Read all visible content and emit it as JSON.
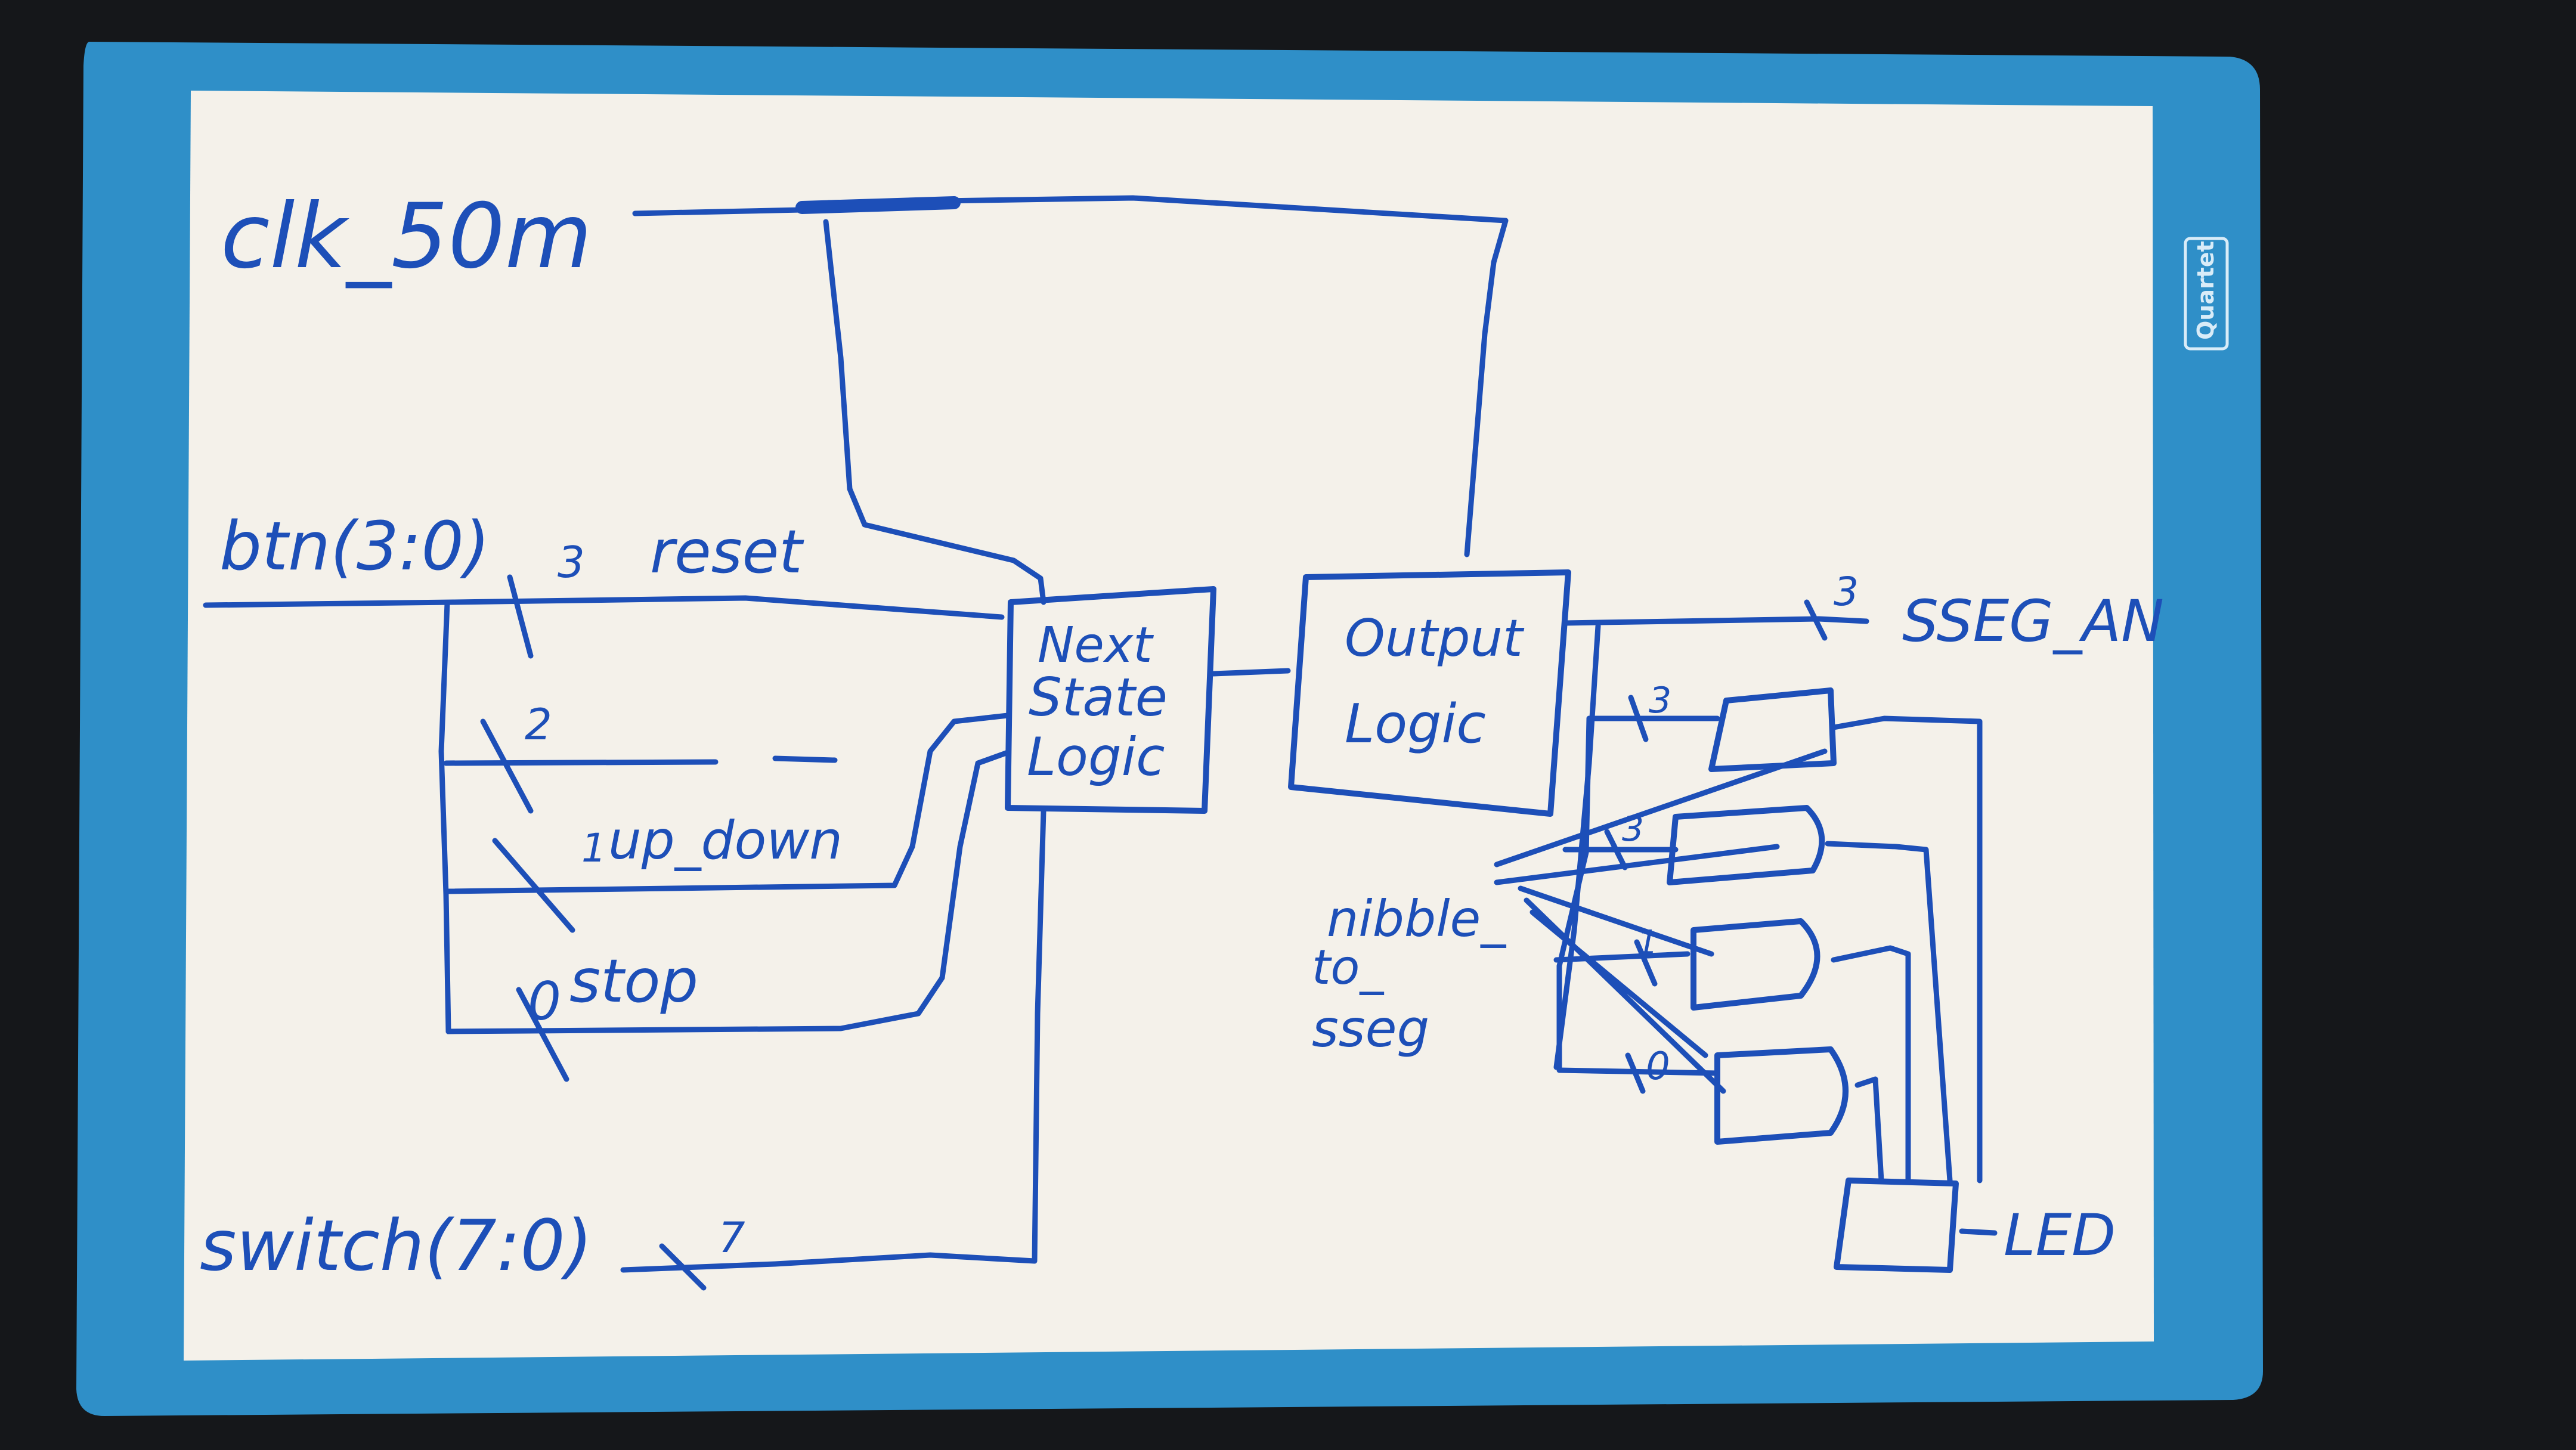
{
  "board": {
    "brand": "Quartet",
    "frame_color": "#2f8fc8",
    "surface_color": "#f4f1ea",
    "ink_color": "#1d4fb8",
    "background_color": "#15171a"
  },
  "inputs": {
    "clock": "clk_50m",
    "buttons": "btn(3:0)",
    "switches": "switch(7:0)"
  },
  "bus_labels": {
    "btn_3": "3",
    "btn_2": "2",
    "btn_1": "1",
    "btn_0": "0",
    "switch_width": "7",
    "sseg_an_width": "3",
    "mux_3": "3",
    "mux_2": "3",
    "mux_1": "1",
    "mux_0": "0"
  },
  "signals": {
    "reset": "reset",
    "up_down": "up_down",
    "stop": "stop"
  },
  "blocks": {
    "next_state": [
      "Next",
      "State",
      "Logic"
    ],
    "output": [
      "Output",
      "Logic"
    ]
  },
  "outputs": {
    "sseg_an": "SSEG_AN",
    "led": "LED"
  },
  "annotations": {
    "nibble_to_sseg": [
      "nibble_",
      "to_",
      "sseg"
    ]
  }
}
